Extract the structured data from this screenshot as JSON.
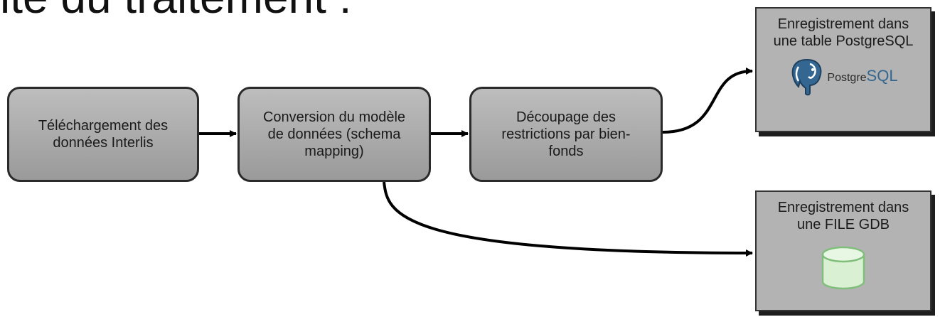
{
  "page": {
    "title": "ite du traitement :"
  },
  "steps": [
    {
      "label": "Téléchargement des\ndonnées Interlis"
    },
    {
      "label": "Conversion du modèle\nde données (schema\nmapping)"
    },
    {
      "label": "Découpage des\nrestrictions par bien-\nfonds"
    }
  ],
  "outputs": [
    {
      "label": "Enregistrement dans\nune table PostgreSQL",
      "logo_text_1": "Postgre",
      "logo_text_2": "SQL",
      "icon": "postgresql-elephant-icon"
    },
    {
      "label": "Enregistrement dans\nune FILE GDB",
      "icon": "database-cylinder-icon"
    }
  ],
  "colors": {
    "step_fill": "#a8a8a8",
    "output_fill": "#b3b3b3",
    "postgres_blue": "#336791",
    "database_green": "#8bc48a"
  }
}
